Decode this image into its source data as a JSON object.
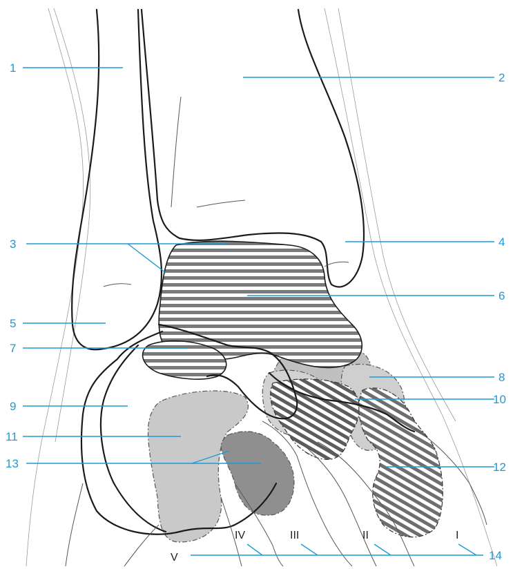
{
  "labels": [
    {
      "id": "1",
      "text": "1"
    },
    {
      "id": "2",
      "text": "2"
    },
    {
      "id": "3",
      "text": "3"
    },
    {
      "id": "4",
      "text": "4"
    },
    {
      "id": "5",
      "text": "5"
    },
    {
      "id": "6",
      "text": "6"
    },
    {
      "id": "7",
      "text": "7"
    },
    {
      "id": "8",
      "text": "8"
    },
    {
      "id": "9",
      "text": "9"
    },
    {
      "id": "10",
      "text": "10"
    },
    {
      "id": "11",
      "text": "11"
    },
    {
      "id": "12",
      "text": "12"
    },
    {
      "id": "13",
      "text": "13"
    },
    {
      "id": "14",
      "text": "14"
    }
  ],
  "metatarsals": [
    "V",
    "IV",
    "III",
    "II",
    "I"
  ],
  "colors": {
    "label_blue": "#1c9ad6",
    "outline": "#1a1a1a",
    "light_fill": "#c9c9c9",
    "medium_fill": "#a8a8a8",
    "dark_fill": "#8a8a8a",
    "hatch": "#777777"
  }
}
